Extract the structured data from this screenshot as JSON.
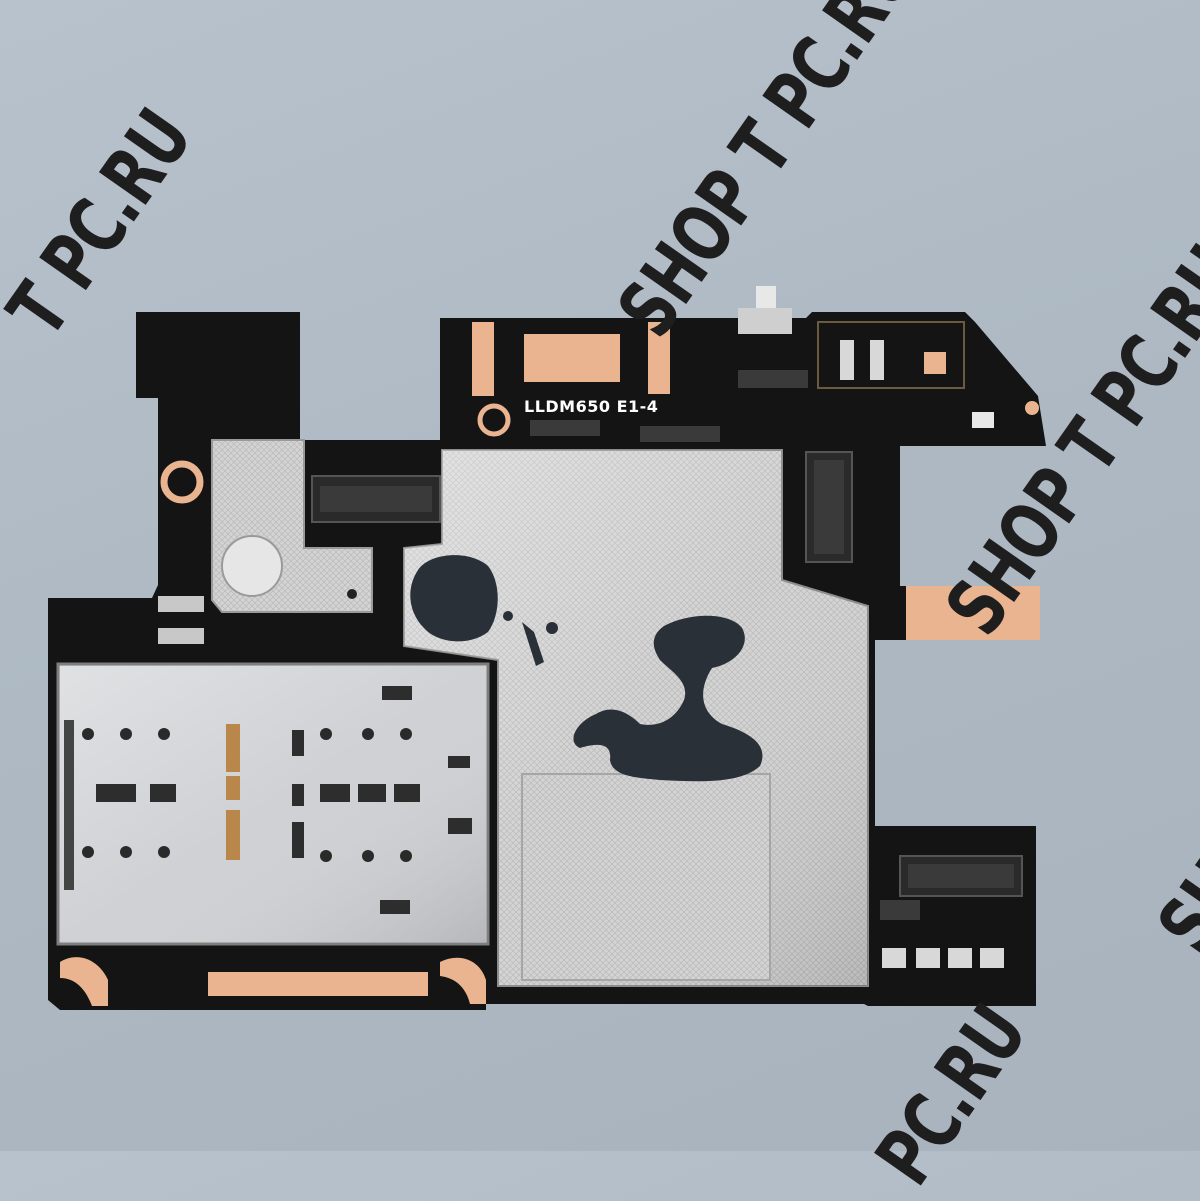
{
  "board": {
    "silkscreen_label": "LLDM650 E1-4"
  },
  "watermark": {
    "brand_prefix": "SHOP",
    "brand_suffix": "PC.RU",
    "brand_mark_letter": "T"
  },
  "colors": {
    "background": "#b2bcc6",
    "pcb": "#141414",
    "shield": "#d2d2d2",
    "copper": "#e9b48f"
  }
}
